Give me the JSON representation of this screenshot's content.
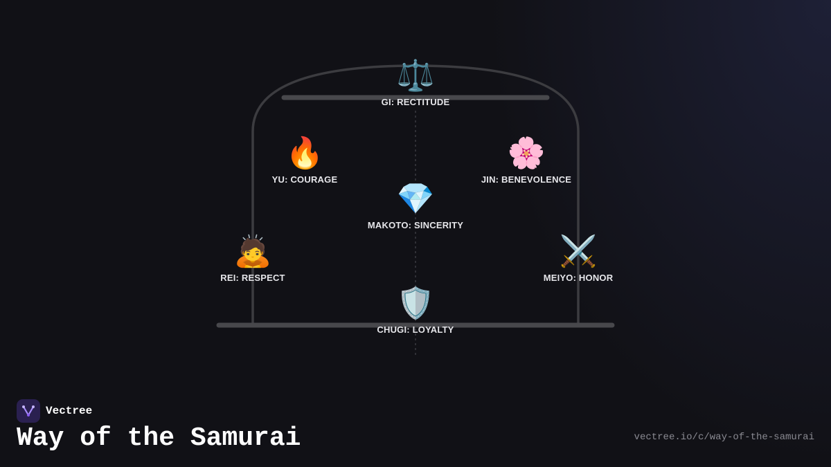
{
  "brand": {
    "name": "Vectree",
    "accent_color": "#8b5cf6",
    "logo_icon": "vectree-logo-icon"
  },
  "title": "Way of the Samurai",
  "url": "vectree.io/c/way-of-the-samurai",
  "diagram": {
    "nodes": [
      {
        "id": "gi",
        "emoji": "⚖️",
        "icon": "balance-scale-icon",
        "label": "GI: RECTITUDE"
      },
      {
        "id": "yu",
        "emoji": "🔥",
        "icon": "fire-icon",
        "label": "YU: COURAGE"
      },
      {
        "id": "jin",
        "emoji": "🌸",
        "icon": "cherry-blossom-icon",
        "label": "JIN: BENEVOLENCE"
      },
      {
        "id": "makoto",
        "emoji": "💎",
        "icon": "gem-icon",
        "label": "MAKOTO: SINCERITY"
      },
      {
        "id": "rei",
        "emoji": "🙇",
        "icon": "bowing-person-icon",
        "label": "REI: RESPECT"
      },
      {
        "id": "meiyo",
        "emoji": "⚔️",
        "icon": "crossed-swords-icon",
        "label": "MEIYO: HONOR"
      },
      {
        "id": "chugi",
        "emoji": "🛡️",
        "icon": "shield-icon",
        "label": "CHUGI: LOYALTY"
      }
    ]
  }
}
